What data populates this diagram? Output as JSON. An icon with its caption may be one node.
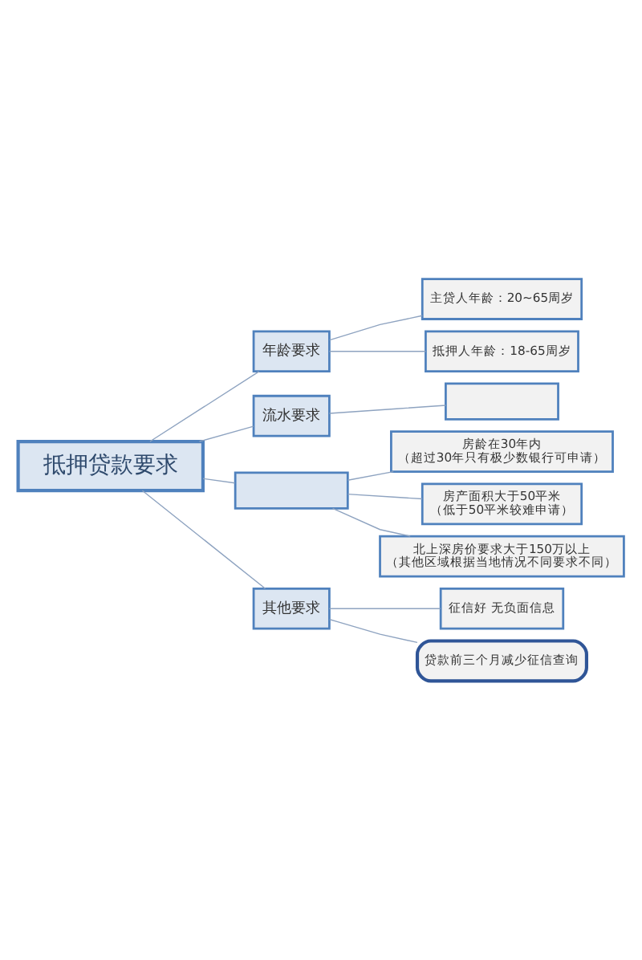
{
  "diagram": {
    "nodes": [
      {
        "text": [
          "抵押贷款要求"
        ]
      },
      {
        "text": [
          "年龄要求"
        ]
      },
      {
        "text": [
          "主贷人年龄：20~65周岁"
        ]
      },
      {
        "text": [
          "抵押人年龄：18-65周岁"
        ]
      },
      {
        "text": [
          "流水要求"
        ]
      },
      {
        "text": [],
        "shape": "box"
      },
      {
        "text": [],
        "shape": "box"
      },
      {
        "text": [
          "房龄在30年内",
          "（超过30年只有极少数银行可申请）"
        ]
      },
      {
        "text": [
          "房产面积大于50平米",
          "（低于50平米较难申请）"
        ]
      },
      {
        "text": [
          "北上深房价要求大于150万以上",
          "（其他区域根据当地情况不同要求不同）"
        ]
      },
      {
        "text": [
          "其他要求"
        ]
      },
      {
        "text": [
          "征信好 无负面信息"
        ]
      },
      {
        "text": [
          "贷款前三个月减少征信查询"
        ]
      }
    ],
    "edges": [
      {
        "from": 0,
        "to": 1,
        "arrow": "none"
      },
      {
        "from": 1,
        "to": 2,
        "arrow": "none"
      },
      {
        "from": 1,
        "to": 3,
        "arrow": "none"
      },
      {
        "from": 0,
        "to": 4,
        "arrow": "none"
      },
      {
        "from": 4,
        "to": 5,
        "arrow": "none"
      },
      {
        "from": 0,
        "to": 6,
        "arrow": "none"
      },
      {
        "from": 6,
        "to": 7,
        "arrow": "none"
      },
      {
        "from": 6,
        "to": 8,
        "arrow": "none"
      },
      {
        "from": 6,
        "to": 9,
        "arrow": "none"
      },
      {
        "from": 0,
        "to": 10,
        "arrow": "none"
      },
      {
        "from": 10,
        "to": 11,
        "arrow": "none"
      },
      {
        "from": 10,
        "to": 12,
        "arrow": "none"
      }
    ]
  }
}
